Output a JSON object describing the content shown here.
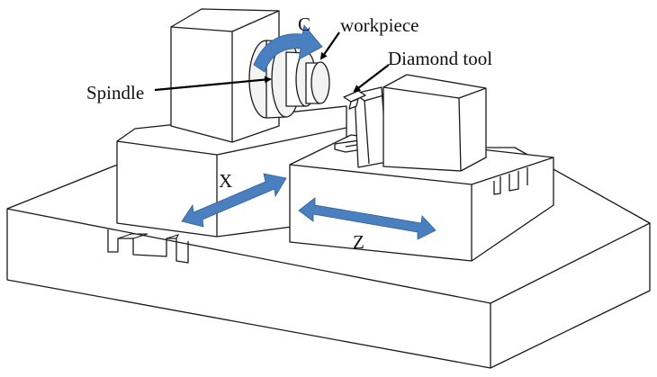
{
  "labels": {
    "rotation_axis": "C",
    "workpiece": "workpiece",
    "tool": "Diamond tool",
    "spindle": "Spindle",
    "x_axis": "X",
    "z_axis": "Z"
  },
  "colors": {
    "motion_arrow": "#4a80c0",
    "outline": "#1a1a1a",
    "background": "#ffffff"
  }
}
